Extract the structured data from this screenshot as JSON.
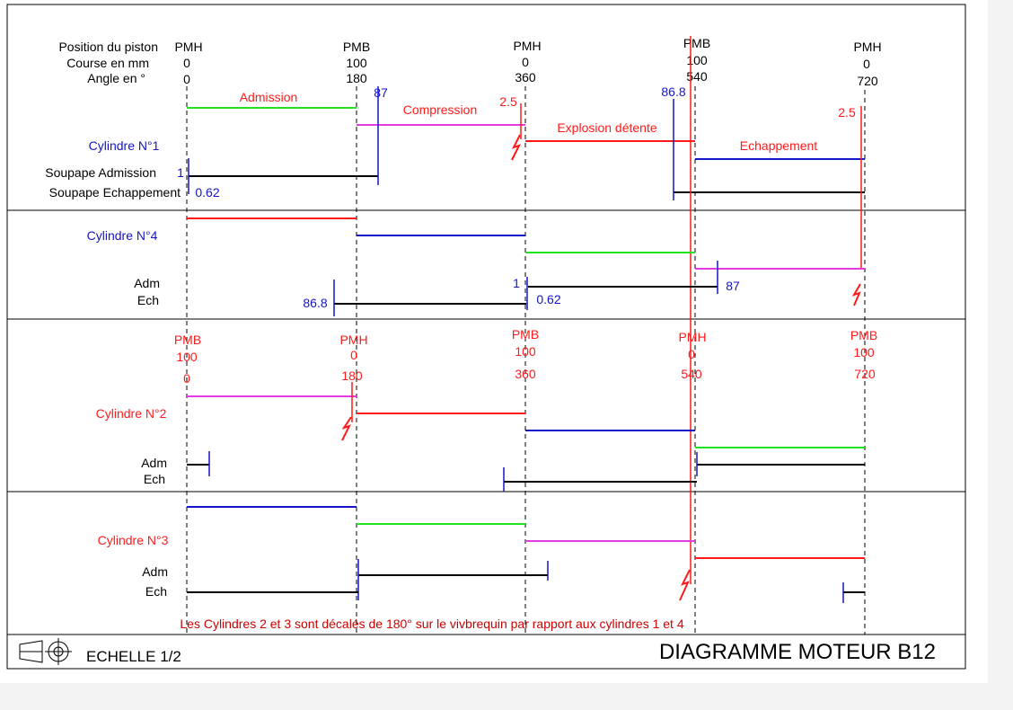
{
  "colors": {
    "black": "#000000",
    "red": "#ff1a1a",
    "blue": "#1414c8",
    "green": "#22e022",
    "magenta": "#e23be2",
    "dark_red": "#cc0000"
  },
  "header": {
    "label_position": "Position du piston",
    "label_course": "Course en mm",
    "label_angle": "Angle en °",
    "columns": [
      {
        "pos": "PMH",
        "course": "0",
        "angle": "0"
      },
      {
        "pos": "PMB",
        "course": "100",
        "angle": "180"
      },
      {
        "pos": "PMH",
        "course": "0",
        "angle": "360"
      },
      {
        "pos": "PMB",
        "course": "100",
        "angle": "540"
      },
      {
        "pos": "PMH",
        "course": "0",
        "angle": "720"
      }
    ]
  },
  "header2": {
    "columns": [
      {
        "pos": "PMB",
        "course": "100",
        "angle": "0"
      },
      {
        "pos": "PMH",
        "course": "0",
        "angle": "180"
      },
      {
        "pos": "PMB",
        "course": "100",
        "angle": "360"
      },
      {
        "pos": "PMH",
        "course": "0",
        "angle": "540"
      },
      {
        "pos": "PMB",
        "course": "100",
        "angle": "720"
      }
    ]
  },
  "phases": {
    "admission": "Admission",
    "compression": "Compression",
    "explosion": "Explosion détente",
    "echappement": "Echappement"
  },
  "cyl1": {
    "title": "Cylindre N°1",
    "valve_adm": "Soupape Admission",
    "valve_ech": "Soupape Echappement",
    "v_adm_open": "1",
    "v_ech_close": "0.62",
    "v_adm_close": "87",
    "v_ech_open": "86.8",
    "ign_1": "2.5",
    "ign_2": "2.5"
  },
  "cyl4": {
    "title": "Cylindre N°4",
    "adm": "Adm",
    "ech": "Ech",
    "v_ech_open": "86.8",
    "v_adm_open": "1",
    "v_ech_close": "0.62",
    "v_adm_close": "87"
  },
  "cyl2": {
    "title": "Cylindre N°2",
    "adm": "Adm",
    "ech": "Ech"
  },
  "cyl3": {
    "title": "Cylindre N°3",
    "adm": "Adm",
    "ech": "Ech"
  },
  "note": "Les Cylindres 2 et 3 sont décalés de 180° sur le vivbrequin par rapport aux cylindres 1 et 4",
  "footer": {
    "scale": "ECHELLE 1/2",
    "title": "DIAGRAMME MOTEUR B12"
  }
}
